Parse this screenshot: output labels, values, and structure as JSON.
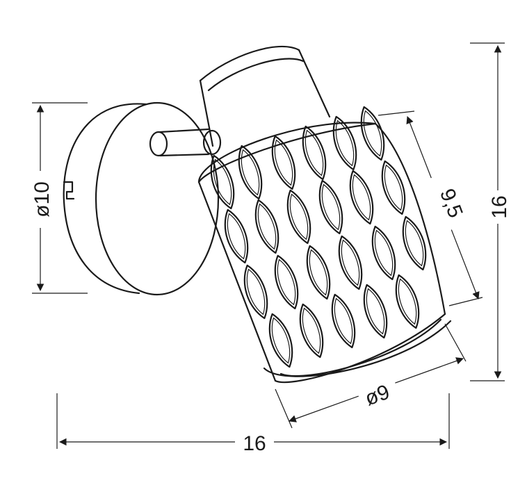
{
  "dimensions": {
    "base_diameter": "ø10",
    "shade_height": "9,5",
    "total_height": "16",
    "shade_diameter": "ø9",
    "total_width": "16"
  },
  "colors": {
    "stroke": "#1a1a1a",
    "background": "#ffffff"
  }
}
